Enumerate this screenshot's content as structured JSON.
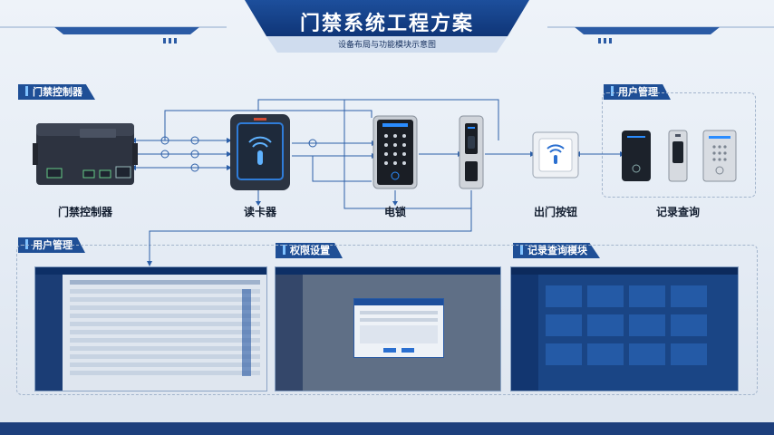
{
  "header": {
    "title": "门禁系统工程方案",
    "subtitle": "设备布局与功能模块示意图"
  },
  "tags": {
    "controller": "门禁控制器",
    "user_mgmt_top": "用户管理",
    "user_mgmt": "用户管理",
    "permission": "权限设置",
    "records": "记录查询模块"
  },
  "devices": {
    "controller": "门禁控制器",
    "reader": "读卡器",
    "lock": "电锁",
    "exit_button": "出门按钮",
    "record_query": "记录查询"
  },
  "colors": {
    "primary": "#1f4f96",
    "dark_blue": "#0f2b55",
    "line": "#2c5fa8"
  }
}
